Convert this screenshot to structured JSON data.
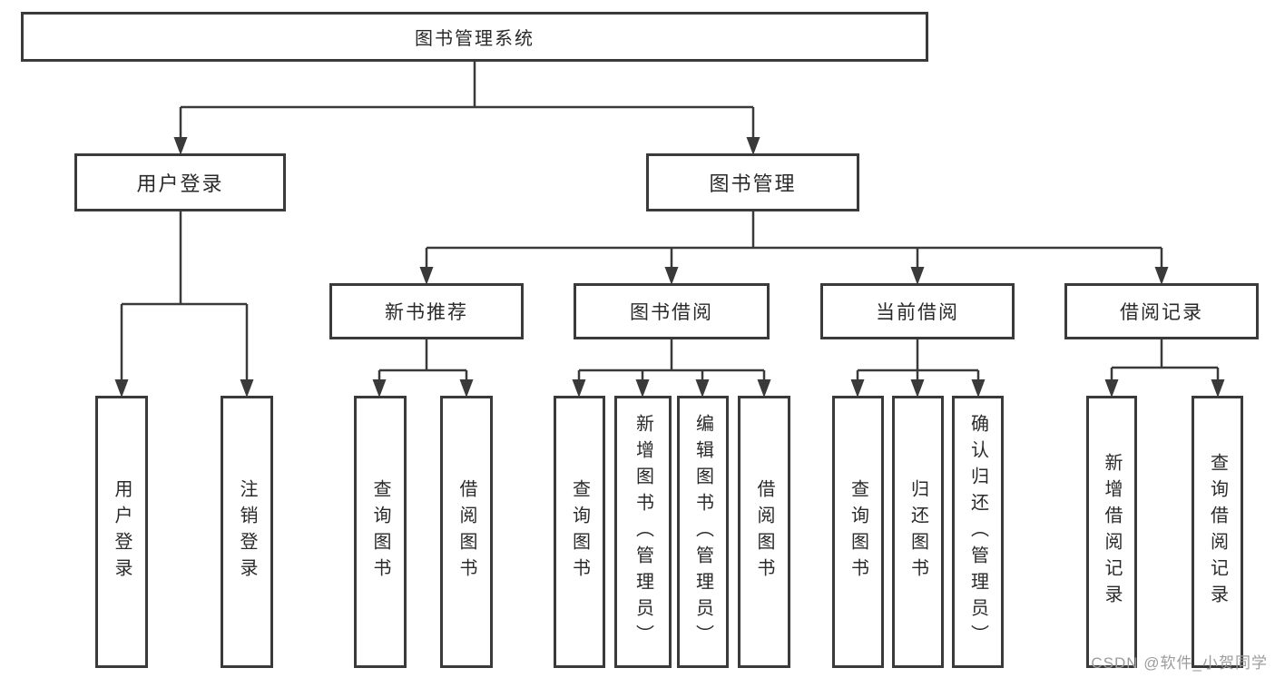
{
  "tree": {
    "root": {
      "label": "图书管理系统",
      "children": [
        {
          "label": "用户登录",
          "children": [
            {
              "label": "用户登录"
            },
            {
              "label": "注销登录"
            }
          ]
        },
        {
          "label": "图书管理",
          "children": [
            {
              "label": "新书推荐",
              "children": [
                {
                  "label": "查询图书"
                },
                {
                  "label": "借阅图书"
                }
              ]
            },
            {
              "label": "图书借阅",
              "children": [
                {
                  "label": "查询图书"
                },
                {
                  "label": "新增图书（管理员）"
                },
                {
                  "label": "编辑图书（管理员）"
                },
                {
                  "label": "借阅图书"
                }
              ]
            },
            {
              "label": "当前借阅",
              "children": [
                {
                  "label": "查询图书"
                },
                {
                  "label": "归还图书"
                },
                {
                  "label": "确认归还（管理员）"
                }
              ]
            },
            {
              "label": "借阅记录",
              "children": [
                {
                  "label": "新增借阅记录"
                },
                {
                  "label": "查询借阅记录"
                }
              ]
            }
          ]
        }
      ]
    }
  },
  "watermark": {
    "text": "CSDN @软件_小贺同学"
  },
  "colors": {
    "line": "#3a3a3a",
    "box_border": "#3a3a3a",
    "text": "#2a2a2a",
    "watermark": "#9c9c9c",
    "background": "#ffffff"
  }
}
